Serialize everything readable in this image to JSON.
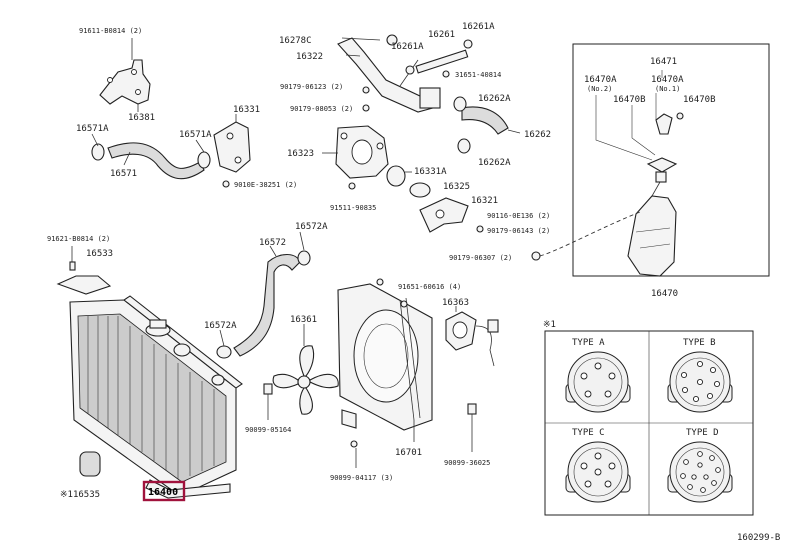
{
  "diagram_code": "160299-B",
  "highlighted_part": "16400",
  "labels": {
    "p91611": "91611-B0814 (2)",
    "p16381": "16381",
    "p16571A_l": "16571A",
    "p16571A_r": "16571A",
    "p16571": "16571",
    "p16331": "16331",
    "p9010e": "9010E-38251 (2)",
    "p16278c": "16278C",
    "p16322": "16322",
    "p00179a": "90179-06123 (2)",
    "p90179b": "90179-08053 (2)",
    "p16323": "16323",
    "p91511": "91511-90835",
    "p16261": "16261",
    "p16261A_t": "16261A",
    "p16261A_m": "16261A",
    "p31651": "31651-40814",
    "p16262A_t": "16262A",
    "p16262": "16262",
    "p16262A_b": "16262A",
    "p16331A": "16331A",
    "p16325": "16325",
    "p16321": "16321",
    "p90116": "90116-0E136 (2)",
    "p90179c": "90179-06143 (2)",
    "p90179d": "90179-06307 (2)",
    "p16471": "16471",
    "p16470A_l": "16470A",
    "p16470A_l_note": "(No.2)",
    "p16470A_r": "16470A",
    "p16470A_r_note": "(No.1)",
    "p16470B_l": "16470B",
    "p16470B_r": "16470B",
    "p16470": "16470",
    "p91621": "91621-B0814 (2)",
    "p16533": "16533",
    "p16572": "16572",
    "p16572A_t": "16572A",
    "p16572A_b": "16572A",
    "p16361": "16361",
    "p91651": "91651-60616 (4)",
    "p16363": "16363",
    "p90099a": "90099-05164",
    "p16701": "16701",
    "p90099b": "90099-04117 (3)",
    "p90099c": "90099-36025",
    "p16535": "※116535",
    "p16400": "16400"
  },
  "cap_types": {
    "note": "※1",
    "a": "TYPE A",
    "b": "TYPE B",
    "c": "TYPE C",
    "d": "TYPE D"
  }
}
